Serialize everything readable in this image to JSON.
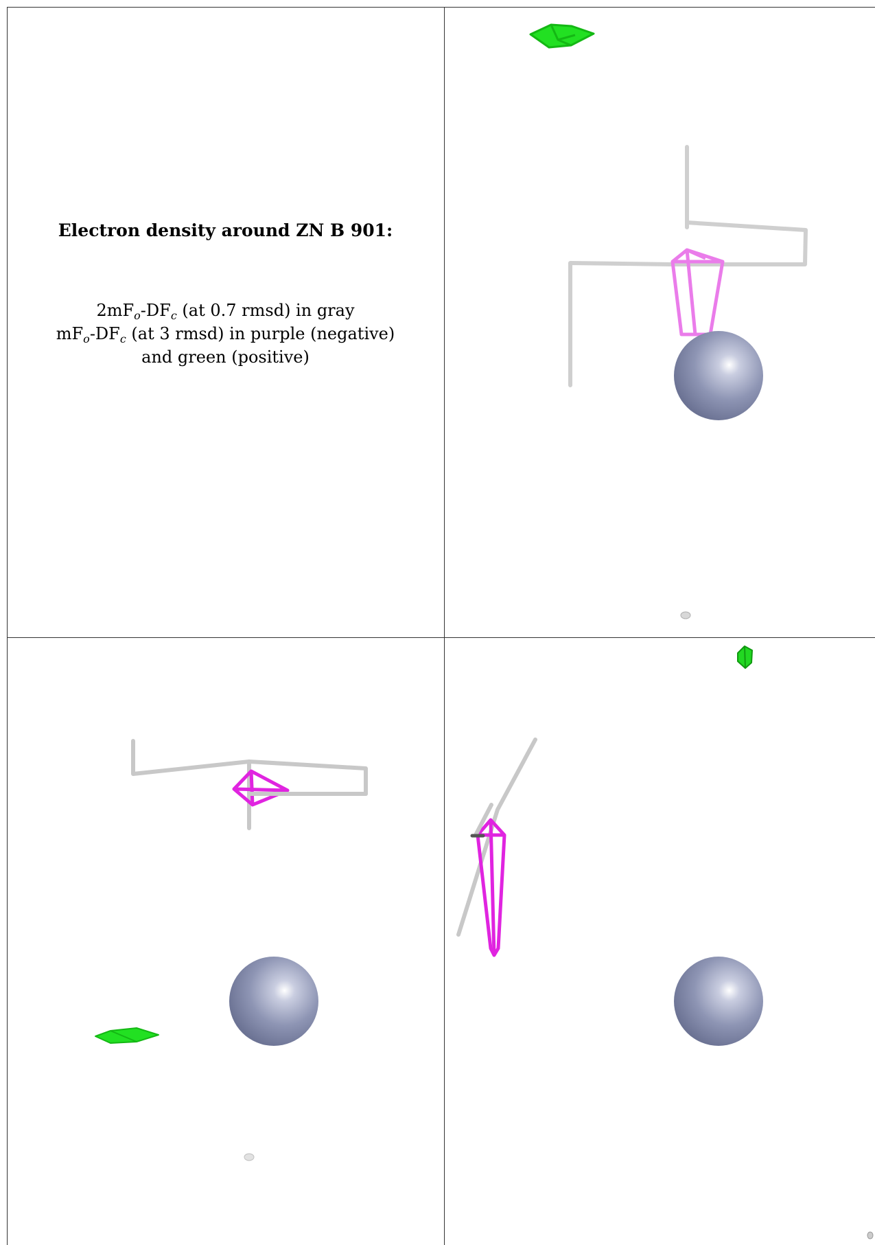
{
  "caption": {
    "title": "Electron density around ZN B 901:",
    "line1": {
      "a": "2mF",
      "b": "o",
      "c": "-DF",
      "d": "c",
      "e": " (at 0.7 rmsd) in gray"
    },
    "line2": {
      "a": "mF",
      "b": "o",
      "c": "-DF",
      "d": "c",
      "e": " (at 3 rmsd) in purple (negative)"
    },
    "line3": "and green (positive)"
  },
  "colors": {
    "gray_density": "#cfcfcf",
    "negative_density": "#e024e0",
    "negative_density_light": "#ea7cea",
    "positive_density": "#22e022",
    "zinc_atom": "#8e95b4",
    "grid_line": "#333333"
  },
  "panels": [
    {
      "name": "view-top-right",
      "atom": "ZN",
      "maps": [
        "2mFo-DFc",
        "mFo-DFc negative",
        "mFo-DFc positive"
      ]
    },
    {
      "name": "view-bottom-left",
      "atom": "ZN",
      "maps": [
        "2mFo-DFc",
        "mFo-DFc negative",
        "mFo-DFc positive"
      ]
    },
    {
      "name": "view-bottom-right",
      "atom": "ZN",
      "maps": [
        "2mFo-DFc",
        "mFo-DFc negative",
        "mFo-DFc positive"
      ]
    }
  ]
}
